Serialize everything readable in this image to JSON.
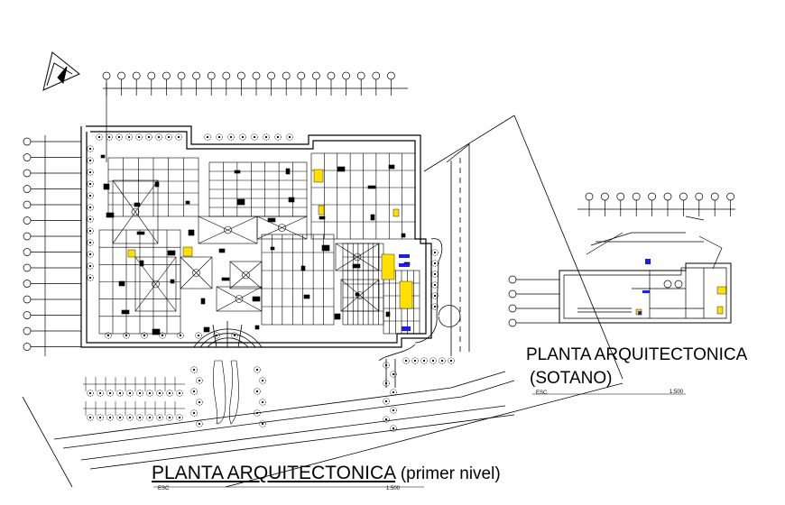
{
  "main_plan": {
    "title_prefix": "PLANTA ARQUITECTONICA",
    "title_suffix": "(primer nivel)",
    "scale_label": "ESC",
    "scale_value": "1:500"
  },
  "basement_plan": {
    "title_line1": "PLANTA ARQUITECTONICA",
    "title_line2": "(SOTANO)",
    "scale_label": "ESC",
    "scale_value": "1:500"
  },
  "colors": {
    "linework": "#000000",
    "furniture_blue": "#1a1aff",
    "furniture_yellow": "#ffe000",
    "background": "#ffffff"
  },
  "icons": [
    "north-arrow-icon"
  ]
}
